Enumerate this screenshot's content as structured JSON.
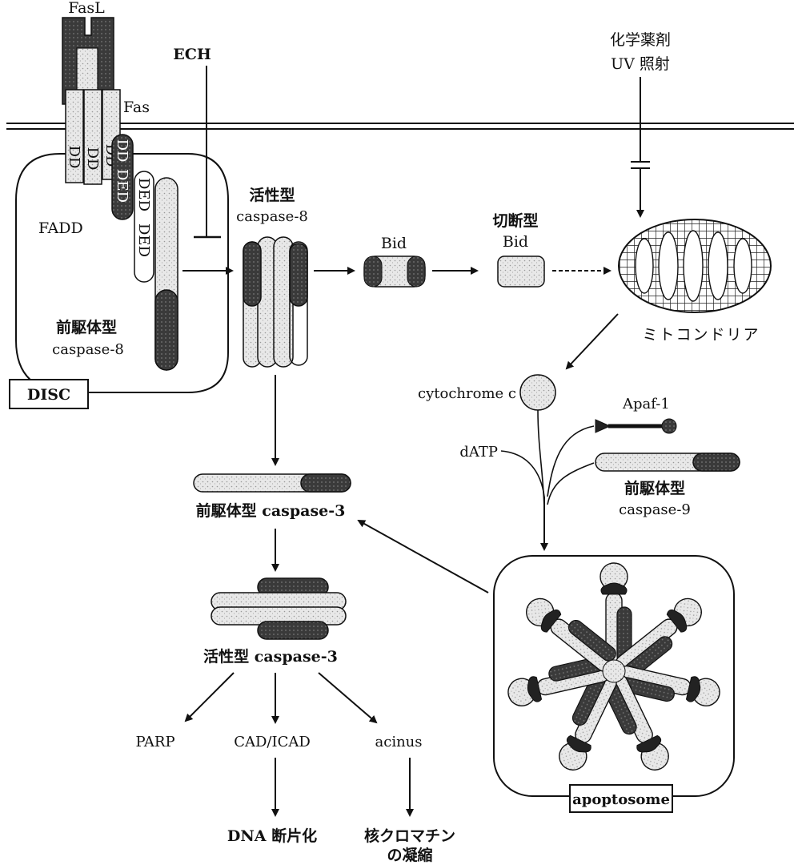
{
  "labels": {
    "fasl": "FasL",
    "fas": "Fas",
    "dd": "DD",
    "ded": "DED",
    "ech": "ECH",
    "chem_1": "化学薬剤",
    "chem_2": "UV 照射",
    "fadd": "FADD",
    "pro_c8_1": "前駆体型",
    "pro_c8_2": "caspase-8",
    "disc": "DISC",
    "act_c8_1": "活性型",
    "act_c8_2": "caspase-8",
    "bid": "Bid",
    "tbid_1": "切断型",
    "tbid_2": "Bid",
    "mito": "ミトコンドリア",
    "cytc": "cytochrome c",
    "apaf": "Apaf-1",
    "datp": "dATP",
    "pro_c9_1": "前駆体型",
    "pro_c9_2": "caspase-9",
    "pro_c3": "前駆体型 caspase-3",
    "act_c3": "活性型 caspase-3",
    "parp": "PARP",
    "cad": "CAD/ICAD",
    "acinus": "acinus",
    "dna": "DNA 断片化",
    "chrom_1": "核クロマチン",
    "chrom_2": "の凝縮",
    "apoptosome": "apoptosome"
  }
}
